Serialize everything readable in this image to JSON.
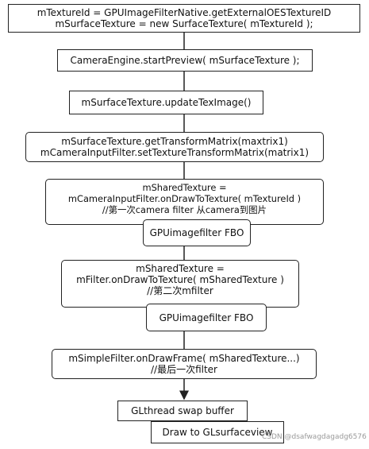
{
  "nodes": [
    {
      "id": "n1",
      "lines": [
        "mTextureId = GPUImageFilterNative.getExternalOESTextureID",
        "mSurfaceTexture = new SurfaceTexture( mTextureId );"
      ]
    },
    {
      "id": "n2",
      "lines": [
        "CameraEngine.startPreview( mSurfaceTexture );"
      ]
    },
    {
      "id": "n3",
      "lines": [
        "mSurfaceTexture.updateTexImage()"
      ]
    },
    {
      "id": "n4",
      "lines": [
        "mSurfaceTexture.getTransformMatrix(maxtrix1)",
        "mCameraInputFilter.setTextureTransformMatrix(matrix1)"
      ]
    },
    {
      "id": "n5",
      "lines": [
        "mSharedTexture =",
        "mCameraInputFilter.onDrawToTexture( mTextureId )",
        "//第一次camera filter 从camera到图片"
      ]
    },
    {
      "id": "n6",
      "lines": [
        "GPUimagefilter  FBO"
      ]
    },
    {
      "id": "n7",
      "lines": [
        "mSharedTexture =",
        "mFilter.onDrawToTexture( mSharedTexture )",
        "//第二次mfilter"
      ]
    },
    {
      "id": "n8",
      "lines": [
        "GPUimagefilter  FBO"
      ]
    },
    {
      "id": "n9",
      "lines": [
        "mSimpleFilter.onDrawFrame( mSharedTexture...)",
        "//最后一次filter"
      ]
    },
    {
      "id": "n10",
      "lines": [
        "GLthread swap buffer"
      ]
    },
    {
      "id": "n11",
      "lines": [
        "Draw to GLsurfaceview"
      ]
    }
  ],
  "watermark": "CSDN @dsafwagdagadg6576"
}
